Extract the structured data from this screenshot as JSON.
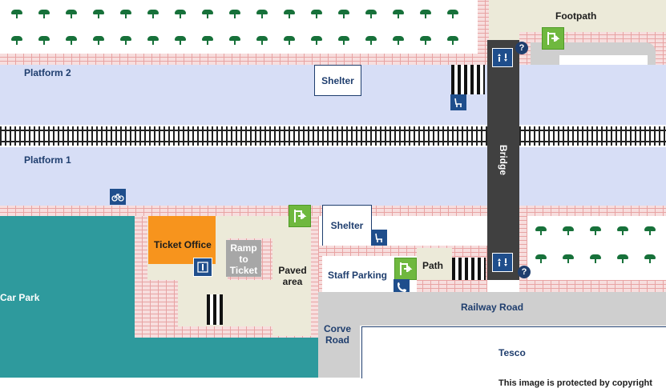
{
  "labels": {
    "footpath": "Footpath",
    "platform2": "Platform 2",
    "platform1": "Platform 1",
    "shelter_p2": "Shelter",
    "shelter_p1": "Shelter",
    "bridge": "Bridge",
    "ticket_office": "Ticket Office",
    "ramp_line1": "Ramp",
    "ramp_line2": "to",
    "ramp_line3": "Ticket",
    "paved_line1": "Paved",
    "paved_line2": "area",
    "staff_parking": "Staff Parking",
    "path": "Path",
    "car_park": "Car Park",
    "railway_road": "Railway Road",
    "corve_line1": "Corve",
    "corve_line2": "Road",
    "tesco": "Tesco",
    "copyright": "This image is protected by copyright"
  },
  "icons": {
    "exit_sign": "exit-arrow-icon",
    "lift": "lift-icon",
    "help_point": "help-point-icon",
    "seating": "seat-icon",
    "cycle": "bicycle-icon",
    "telephone": "telephone-icon",
    "info_point": "information-point-icon",
    "tree": "tree-icon"
  },
  "help_glyph": "?",
  "colors": {
    "platform": "#d7def6",
    "car_park": "#2e9a9d",
    "ticket_office": "#f7941d",
    "bridge": "#404040",
    "road": "#cfcfcf",
    "paved": "#ecead9",
    "sign_green": "#6fb83f",
    "icon_blue": "#1f4e8c",
    "tree_green": "#17713a"
  }
}
